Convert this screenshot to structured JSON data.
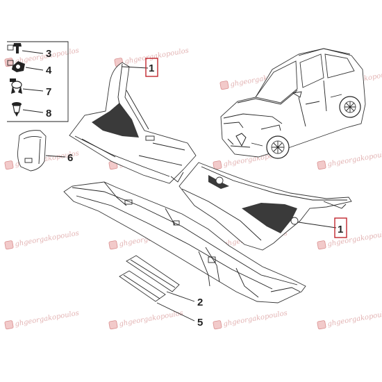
{
  "labels": {
    "l1a": "1",
    "l1b": "1",
    "l2": "2",
    "l3": "3",
    "l4": "4",
    "l5": "5",
    "l6": "6",
    "l7": "7",
    "l8": "8"
  },
  "watermark": "ghgeorgakopoulos",
  "colors": {
    "highlight_box": "#c0262d",
    "watermark": "#e3b4b4",
    "line": "#222222"
  }
}
